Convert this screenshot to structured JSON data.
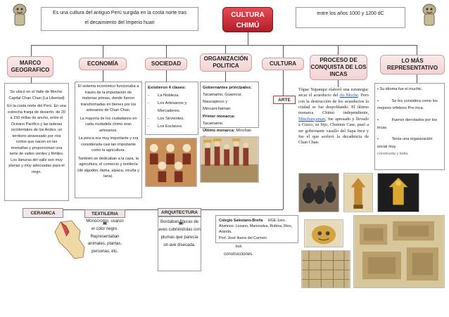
{
  "top": {
    "left_text_line1": "Es una cultura del antiguo Perú surgida en la costa norte tras",
    "left_text_line2": "el decaimiento del Imperio huari",
    "title_line1": "CULTURA",
    "title_line2": "CHIMÚ",
    "right_text": "entre los años 1000 y 1200 dC"
  },
  "headers": {
    "marco": "MARCO GEOGRAFICO",
    "economia": "ECONOMÍA",
    "sociedad": "SOCIEDAD",
    "organizacion": "ORGANIZACIÓN POLITICA",
    "cultura": "CULTURA",
    "proceso": "PROCESO DE CONQUISTA DE LOS INCAS",
    "representativo": "LO MÁS REPRESENTATIVO"
  },
  "marco": {
    "p1": "Se ubicó en el Valle de Moche. Capital Chan Chan (La Libertad)",
    "p2": "En la costa norte del Perú. En una estrecha franja de desierto, de 20 a 150 millas de ancho, entre el Océano Pacifico y las laderas occidentales de los Andes, un territorio atravesado por ríos cortos que nacen en las montañas y proporcionan una serie de valles verdes y fértiles. Los llanuras del valle son muy planas y muy adecuadas para el riego."
  },
  "economia": {
    "p1": "El sistema económico funcionaba a través de la importación de materias primas, donde fueron transformadas en bienes por los artesanos de Chan Chan.",
    "p2": "La mayoría de los ciudadanos en cada ciudadela chimú eran artesanos.",
    "p3": "La pesca era muy importante y era considerada casi tan importante como la agricultura.",
    "p4": "También se dedicaban a la caza, la agricultura, el comercio y textilería (de algodón, llama, alpaca, vicuña y lana)."
  },
  "sociedad": {
    "intro": "Existieron 4 clases:",
    "classes": [
      "La Nobleza.",
      "Los Artesanos y Mercaderes.",
      "Los Sirvientes.",
      "Los Esclavos."
    ]
  },
  "organizacion": {
    "label": "Gobernantes principales:",
    "rulers": "Tacainamo, Guanicur, Naucapinco y Mincanchaman.",
    "primero_label": "Primer monarca:",
    "primero": "Tacainamo.",
    "ultimo_label": "Último monarca:",
    "ultimo": "Minchan Caman."
  },
  "cultura": {
    "arte": "ARTE"
  },
  "proceso": {
    "text_before": "Túpac Yupanqui elaboró una estrategia: secar el acueducto del",
    "link1": "río Moche",
    "text_mid": ". Pero con la destrucción de los acueductos la ciudad se fue despoblando. El último monarca Chimú independiente,",
    "link2": "Minchançaman",
    "text_after": ", fue apresado y llevado a Cusco, su hijo, Chumun Caur, pasó a ser gobernante vasallo del Sapa Inca y fue el que aceleró la decadencia de Chan Chan."
  },
  "representativo": {
    "items": [
      "Su idioma fue el muchic.",
      "Se les considera como los mejores orfebres Pre-Inca.",
      "Fueron derrotados por los incas.",
      "Tenía una organización social muy"
    ],
    "cutoff": "construida y bella"
  },
  "bottom": {
    "ceramica": "CERAMICA",
    "textileria": "TEXTILERIA",
    "arquitectura": "ARQUITECTURA",
    "textileria_text": "Monócromo, usaron el color negro. Representaban animales, plantas, personas, etc.",
    "arquitectura_text": "Bordaban figuras de aves cubriéndolas con plumas que parecía un ave disecada.",
    "partial_text": "sus",
    "partial_text2": "construcciones."
  },
  "credits": {
    "school": "Colegio Salesiano-Breña",
    "grade": "HGE-1ero.",
    "students": "Alumnos: Lozano, Manosalva, Rubina, Rios, Aranda.",
    "teacher": "Prof. José Ibarra del Carmen"
  },
  "icons": [
    "chimu-figure-icon",
    "tumi-icon",
    "peru-map-icon",
    "mask-icon"
  ],
  "colors": {
    "title_bg": "#d9253a",
    "header_bg": "#f3d3d3",
    "arte_border": "#c0392b",
    "link": "#1b55c8"
  }
}
